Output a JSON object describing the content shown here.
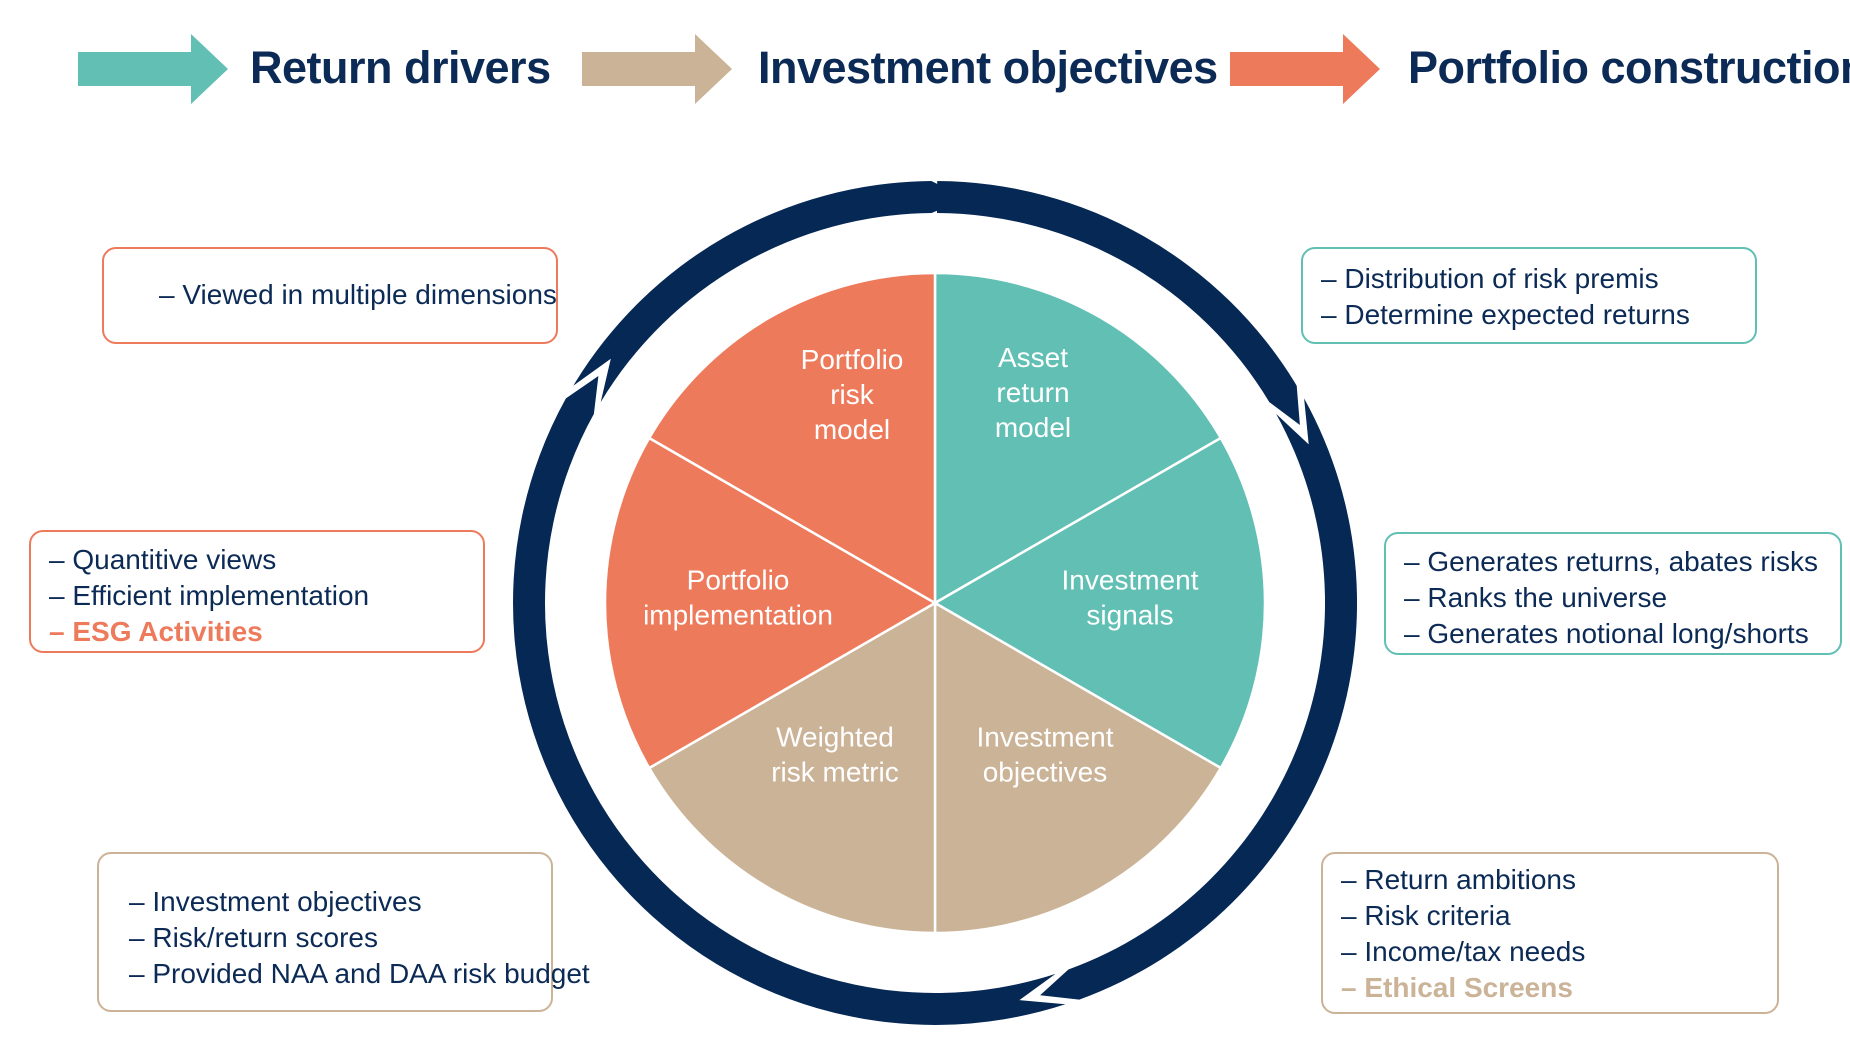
{
  "colors": {
    "teal": "#61bfb3",
    "tan": "#cbb398",
    "coral": "#ee7a5c",
    "navy": "#062855",
    "text": "#0b2a55"
  },
  "legend": [
    {
      "label": "Return drivers",
      "color": "#61bfb3",
      "icon": "right-arrow-icon"
    },
    {
      "label": "Investment objectives",
      "color": "#cbb398",
      "icon": "right-arrow-icon"
    },
    {
      "label": "Portfolio construction",
      "color": "#ee7a5c",
      "icon": "right-arrow-icon"
    }
  ],
  "wheel": {
    "segments": [
      {
        "label": [
          "Asset",
          "return",
          "model"
        ],
        "group": "Return drivers",
        "color": "#61bfb3"
      },
      {
        "label": [
          "Investment",
          "signals"
        ],
        "group": "Return drivers",
        "color": "#61bfb3"
      },
      {
        "label": [
          "Investment",
          "objectives"
        ],
        "group": "Investment objectives",
        "color": "#cbb398"
      },
      {
        "label": [
          "Weighted",
          "risk metric"
        ],
        "group": "Investment objectives",
        "color": "#cbb398"
      },
      {
        "label": [
          "Portfolio",
          "implementation"
        ],
        "group": "Portfolio construction",
        "color": "#ee7a5c"
      },
      {
        "label": [
          "Portfolio",
          "risk",
          "model"
        ],
        "group": "Portfolio construction",
        "color": "#ee7a5c"
      }
    ]
  },
  "boxes": {
    "asset_return": {
      "lines": [
        "– Distribution of risk premis",
        "– Determine expected returns"
      ],
      "highlight": ""
    },
    "signals": {
      "lines": [
        "– Generates returns, abates risks",
        "– Ranks the universe",
        "– Generates notional long/shorts"
      ],
      "highlight": ""
    },
    "objectives": {
      "lines": [
        "– Return ambitions",
        "– Risk criteria",
        "– Income/tax needs"
      ],
      "highlight": "– Ethical Screens"
    },
    "weighted": {
      "lines": [
        "– Investment objectives",
        "– Risk/return scores",
        "– Provided NAA and DAA risk budget"
      ],
      "highlight": ""
    },
    "implementation": {
      "lines": [
        "– Quantitive views",
        "– Efficient implementation"
      ],
      "highlight": "– ESG Activities"
    },
    "risk_model": {
      "lines": [
        "– Viewed in multiple dimensions"
      ],
      "highlight": ""
    }
  }
}
